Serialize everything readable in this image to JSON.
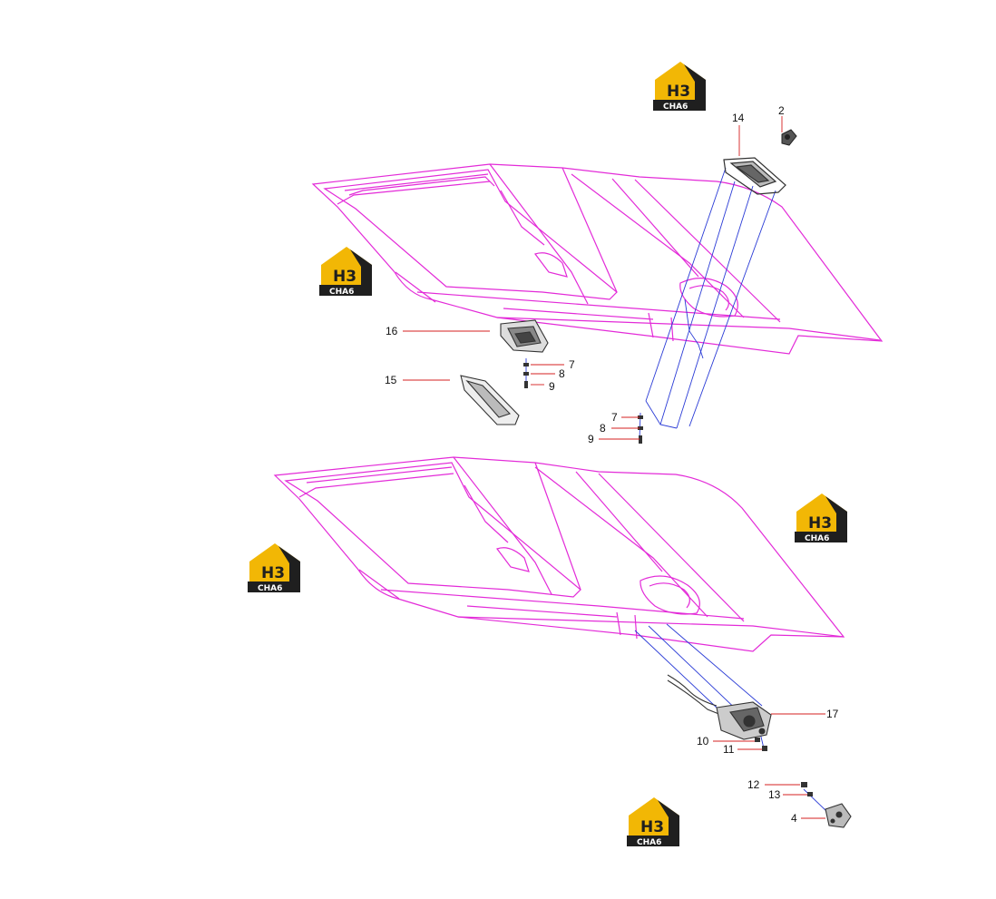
{
  "logo": {
    "top_text": "H3",
    "bottom_text": "CHA6",
    "colors": {
      "yellow": "#f2b705",
      "black": "#1f1f1f",
      "white": "#ffffff"
    }
  },
  "colors": {
    "part_outline": "#e32bd8",
    "leader": "#d62020",
    "guide": "#2a3bd6",
    "hardware": "#333333"
  },
  "callouts": [
    {
      "id": "c14",
      "label": "14"
    },
    {
      "id": "c2",
      "label": "2"
    },
    {
      "id": "c16",
      "label": "16"
    },
    {
      "id": "c15",
      "label": "15"
    },
    {
      "id": "c7a",
      "label": "7"
    },
    {
      "id": "c8a",
      "label": "8"
    },
    {
      "id": "c9a",
      "label": "9"
    },
    {
      "id": "c7b",
      "label": "7"
    },
    {
      "id": "c8b",
      "label": "8"
    },
    {
      "id": "c9b",
      "label": "9"
    },
    {
      "id": "c17",
      "label": "17"
    },
    {
      "id": "c10",
      "label": "10"
    },
    {
      "id": "c11",
      "label": "11"
    },
    {
      "id": "c12",
      "label": "12"
    },
    {
      "id": "c13",
      "label": "13"
    },
    {
      "id": "c4",
      "label": "4"
    }
  ]
}
